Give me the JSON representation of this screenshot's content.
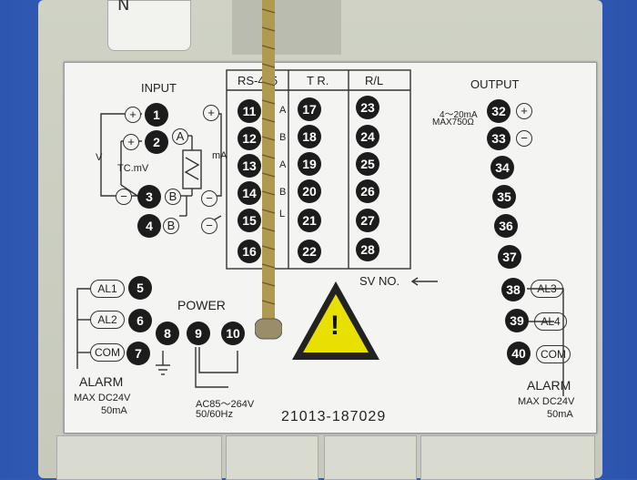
{
  "device": {
    "housing_label_fragment": "N",
    "input": {
      "title": "INPUT",
      "terminals": [
        "1",
        "2",
        "3",
        "4"
      ],
      "symbols": [
        "+",
        "+",
        "−",
        "+",
        "−",
        "−"
      ],
      "letters": [
        "A",
        "B",
        "B"
      ],
      "labels": {
        "tc": "TC.mV",
        "v": "V",
        "ma": "mA"
      }
    },
    "comm": {
      "headers": [
        "RS-485",
        "T R.",
        "R/L"
      ],
      "col1": [
        "11",
        "12",
        "13",
        "14",
        "15",
        "16"
      ],
      "col1_suffix": [
        "A",
        "B",
        "A",
        "B",
        "L",
        ""
      ],
      "col2": [
        "17",
        "18",
        "19",
        "20",
        "21",
        "22"
      ],
      "col3": [
        "23",
        "24",
        "25",
        "26",
        "27",
        "28"
      ],
      "sv_label": "SV NO."
    },
    "output": {
      "title": "OUTPUT",
      "spec_line1": "4～20mA",
      "spec_line2": "MAX750Ω",
      "terminals": [
        "32",
        "33",
        "34",
        "35",
        "36",
        "37",
        "38",
        "39",
        "40"
      ],
      "plus": "+",
      "minus": "−",
      "alarm_labels": [
        "AL3",
        "AL4",
        "COM"
      ],
      "alarm_title": "ALARM",
      "alarm_spec1": "MAX DC24V",
      "alarm_spec2": "50mA"
    },
    "alarm_left": {
      "labels": [
        "AL1",
        "AL2",
        "COM"
      ],
      "terminals": [
        "5",
        "6",
        "7"
      ],
      "title": "ALARM",
      "spec1": "MAX DC24V",
      "spec2": "50mA"
    },
    "power": {
      "title": "POWER",
      "terminals": [
        "8",
        "9",
        "10"
      ],
      "spec1": "AC85～264V",
      "spec2": "50/60Hz"
    },
    "model_number": "21013-187029",
    "warning_symbol": "!"
  },
  "colors": {
    "background": "#2f5bb8",
    "plate": "#f4f5f3",
    "terminal": "#1c1c1c",
    "warning": "#e8e000"
  }
}
